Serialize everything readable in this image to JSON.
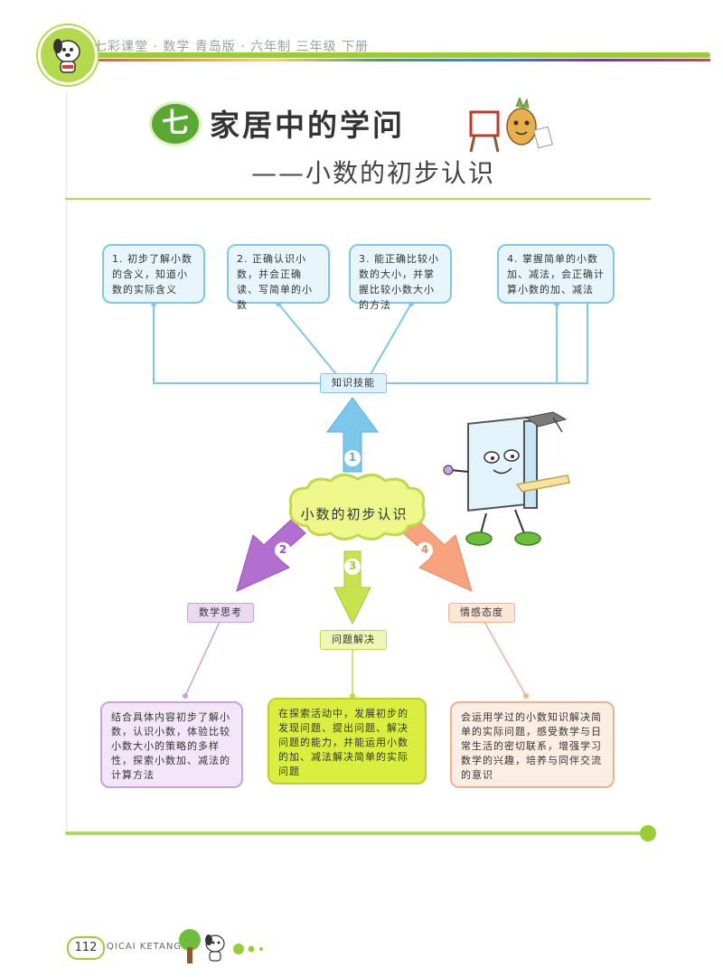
{
  "header": {
    "title": "七彩课堂 · 数学 青岛版 · 六年制 三年级 下册"
  },
  "chapter": {
    "number": "七",
    "title": "家居中的学问",
    "subtitle": "——小数的初步认识"
  },
  "goals": [
    {
      "text": "1. 初步了解小数的含义，知道小数的实际含义"
    },
    {
      "text": "2. 正确认识小数，并会正确读、写简单的小数"
    },
    {
      "text": "3. 能正确比较小数的大小，并掌握比较小数大小的方法"
    },
    {
      "text": "4. 掌握简单的小数加、减法，会正确计算小数的加、减法"
    }
  ],
  "tags": {
    "knowledge": "知识技能",
    "thinking": "数学思考",
    "problem": "问题解决",
    "emotion": "情感态度"
  },
  "center": "小数的初步认识",
  "arrow_numbers": [
    "1",
    "2",
    "3",
    "4"
  ],
  "bottom": {
    "thinking": "结合具体内容初步了解小数，认识小数，体验比较小数大小的策略的多样性，探索小数加、减法的计算方法",
    "problem": "在探索活动中，发展初步的发现问题、提出问题、解决问题的能力，并能运用小数的加、减法解决简单的实际问题",
    "emotion": "会运用学过的小数知识解决简单的实际问题，感受数学与日常生活的密切联系，增强学习数学的兴趣，培养与同伴交流的意识"
  },
  "footer": {
    "page": "112",
    "brand": "QICAI KETANG"
  },
  "colors": {
    "green": "#9acd32",
    "blue": "#7fc7e8",
    "purple": "#c7a4d8",
    "lime": "#c2d84c",
    "orange": "#f2b18e"
  }
}
